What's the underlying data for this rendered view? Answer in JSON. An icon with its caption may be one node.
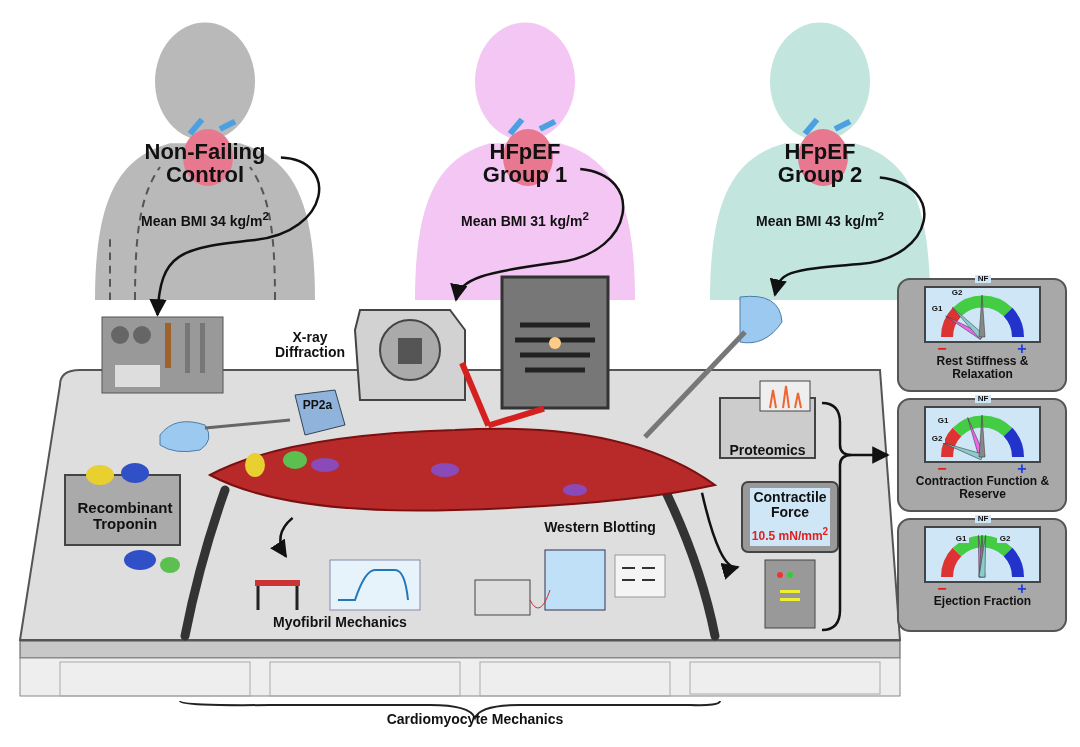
{
  "diagram": {
    "nodes": [
      {
        "text": [
          "Non-Failing Control",
          "Mean BMI 34 kg/m$^{2}$"
        ]
      },
      {
        "text": [
          "HFpEF Group 1",
          "Mean BMI 31 kg/m$^{2}$"
        ]
      },
      {
        "text": [
          "HFpEF Group 2",
          "Mean BMI 43 kg/m$^{2}$"
        ]
      },
      {
        "text": [],
        "shape": "picture"
      },
      {
        "text": [
          "X-ray Diffraction"
        ]
      },
      {
        "text": [],
        "shape": "picture"
      },
      {
        "text": [
          "Proteomics"
        ]
      },
      {
        "text": [
          "Contractile Force",
          "10.5 mN/mm$^{2}$"
        ]
      },
      {
        "text": [
          "G1",
          "G2",
          "NF",
          "−",
          "+",
          "Rest Stiffness & Relaxation"
        ]
      },
      {
        "text": [
          "G1",
          "NF",
          "G2",
          "−",
          "+",
          "Contraction Function & Reserve"
        ]
      },
      {
        "text": [
          "G1",
          "NF",
          "G2",
          "−",
          "+",
          "Ejection Fraction"
        ]
      },
      {
        "text": [],
        "shape": "picture"
      },
      {
        "text": [
          "PP2a"
        ]
      },
      {
        "text": [
          "Recombinant Troponin"
        ]
      },
      {
        "text": [
          "Myofibril Mechanics"
        ]
      },
      {
        "text": [
          "Western Blotting"
        ]
      },
      {
        "text": [],
        "shape": "picture"
      }
    ],
    "edges": [
      {
        "from": 0,
        "to": 3,
        "arrow": "to"
      },
      {
        "from": 1,
        "to": 4,
        "arrow": "to"
      },
      {
        "from": 2,
        "to": 5,
        "arrow": "to"
      },
      {
        "from": 11,
        "to": 14,
        "arrow": "to"
      },
      {
        "from": 11,
        "to": 7,
        "arrow": "to"
      },
      {
        "from": 6,
        "to": 9,
        "arrow": "to"
      },
      {
        "from": 7,
        "to": 9,
        "arrow": "to"
      },
      {
        "from": 4,
        "to": 11,
        "arrow": "none",
        "style": "thick",
        "color": "#d62020"
      },
      {
        "from": 11,
        "to": 16,
        "arrow": "none",
        "style": "thick",
        "color": "#d62020"
      }
    ],
    "labels": [
      "Cardiomyocyte Mechanics"
    ]
  }
}
